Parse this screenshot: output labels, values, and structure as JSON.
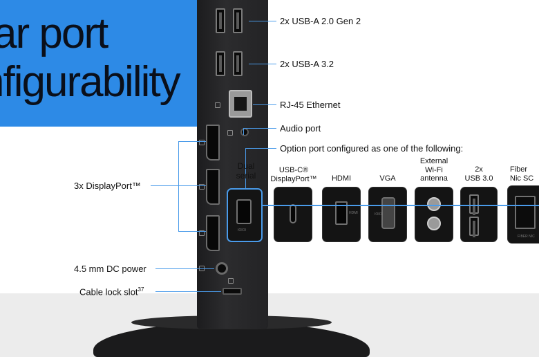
{
  "title": {
    "line1": "ar port",
    "line2": "nfigurability"
  },
  "labels": {
    "usb_a_2": "2x USB-A 2.0 Gen 2",
    "usb_a_3": "2x USB-A 3.2",
    "rj45": "RJ-45 Ethernet",
    "audio": "Audio port",
    "option": "Option port configured as one of the following:",
    "displayport": "3x DisplayPort™",
    "dc_power": "4.5 mm DC power",
    "cable_lock": "Cable lock slot",
    "cable_lock_note": "37"
  },
  "options": [
    {
      "line1": "Dual",
      "line2": "serial",
      "line3": ""
    },
    {
      "line1": "USB-C®",
      "line2": "DisplayPort™",
      "line3": ""
    },
    {
      "line1": "HDMI",
      "line2": "",
      "line3": ""
    },
    {
      "line1": "VGA",
      "line2": "",
      "line3": ""
    },
    {
      "line1": "External",
      "line2": "Wi-Fi",
      "line3": "antenna"
    },
    {
      "line1": "2x",
      "line2": "USB 3.0",
      "line3": ""
    },
    {
      "line1": "Fiber",
      "line2": "Nic SC",
      "line3": ""
    }
  ],
  "port_marks": {
    "serial": "IOIOI",
    "hdmi": "HDMI",
    "vga": "IOIOI",
    "fiber": "FIBER NIC"
  },
  "colors": {
    "accent": "#2d8ae6",
    "line": "#4a9bea",
    "device": "#1c1c1e"
  }
}
